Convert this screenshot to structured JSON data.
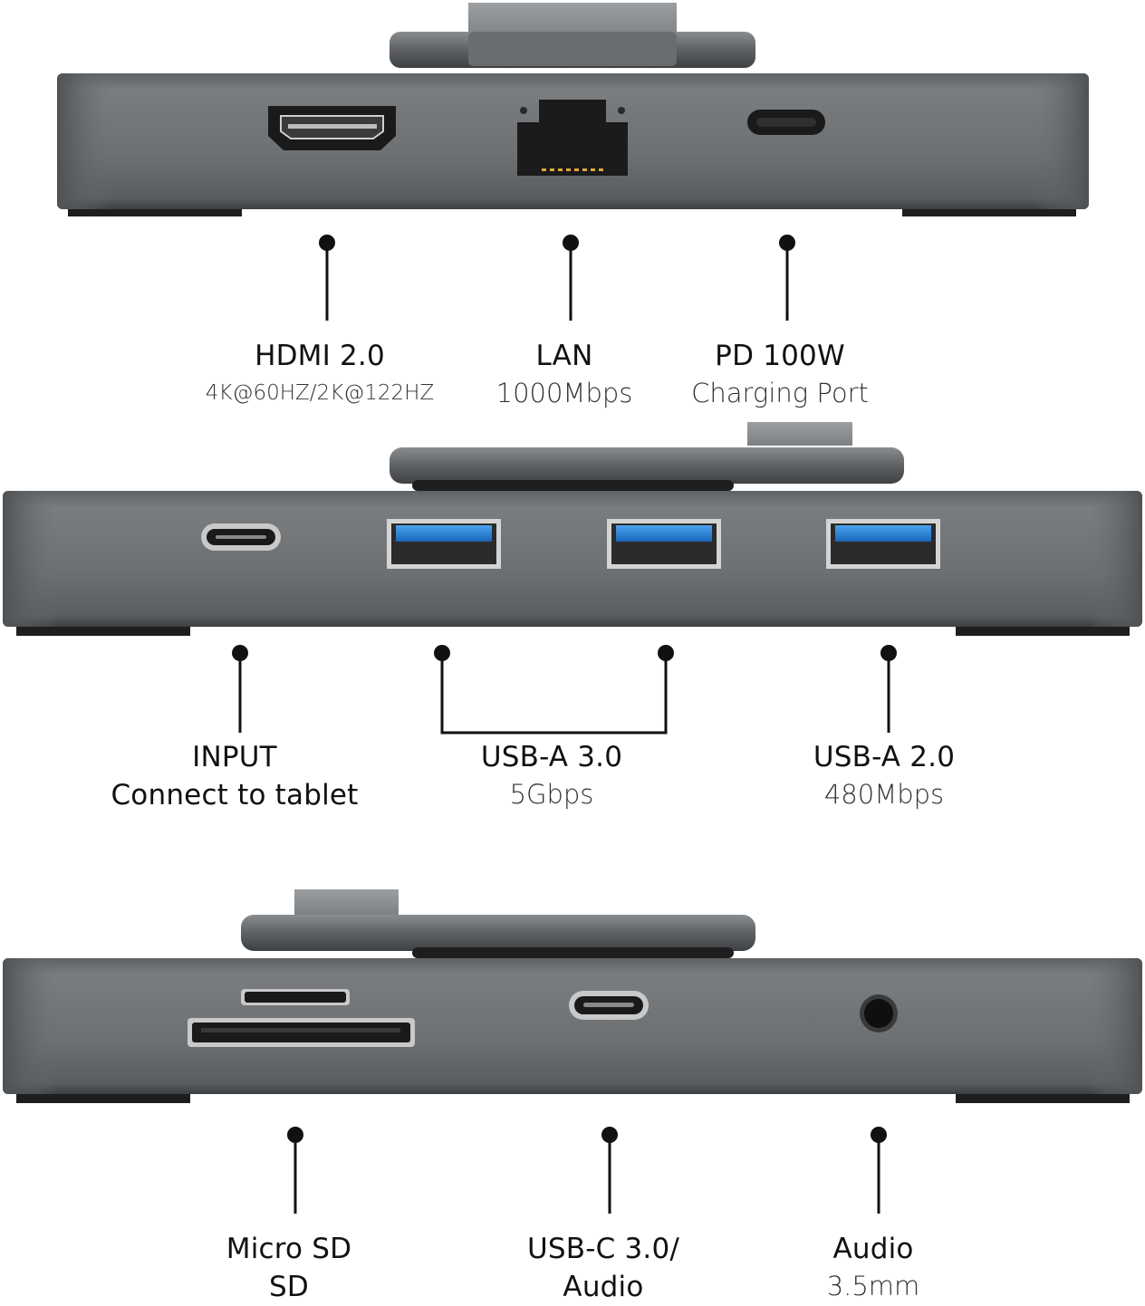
{
  "panels": [
    {
      "id": "top",
      "labels": [
        {
          "title": "HDMI 2.0",
          "sub": "4K@60HZ/2K@122HZ"
        },
        {
          "title": "LAN",
          "sub": "1000Mbps"
        },
        {
          "title": "PD 100W",
          "sub": "Charging Port"
        }
      ]
    },
    {
      "id": "middle",
      "labels": [
        {
          "title": "INPUT",
          "sub": "Connect to tablet"
        },
        {
          "title": "USB-A 3.0",
          "sub": "5Gbps"
        },
        {
          "title": "USB-A 2.0",
          "sub": "480Mbps"
        }
      ]
    },
    {
      "id": "bottom",
      "labels": [
        {
          "title": "Micro SD",
          "sub": "SD"
        },
        {
          "title": "USB-C 3.0/",
          "sub": "Audio"
        },
        {
          "title": "Audio",
          "sub": "3.5mm"
        }
      ]
    }
  ],
  "colors": {
    "body": "#6f7275",
    "body_dark": "#4a4d50",
    "usb_blue": "#1f78d1",
    "line": "#111111"
  }
}
